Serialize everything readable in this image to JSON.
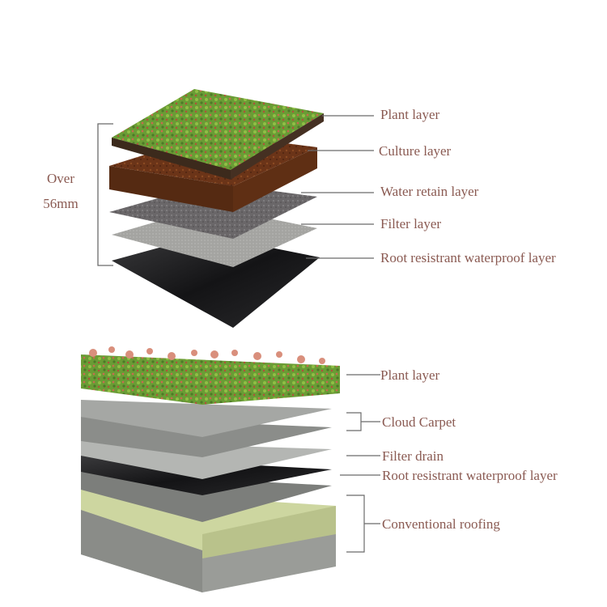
{
  "thickness_note": {
    "line1": "Over",
    "line2": "56mm"
  },
  "top_stack": {
    "labels": [
      "Plant layer",
      "Culture layer",
      "Water retain layer",
      "Filter layer",
      "Root resistrant waterproof layer"
    ]
  },
  "bottom_stack": {
    "labels": [
      "Plant layer",
      "Cloud Carpet",
      "Filter drain",
      "Root resistrant waterproof layer",
      "Conventional roofing"
    ]
  },
  "colors": {
    "label_text": "#8a5a52",
    "leader_line": "#6b6b6b",
    "plant_green": "#5f9a34",
    "plant_flower": "#d98f7c",
    "culture_brown": "#6b3418",
    "water_retain_grey": "#6d6a6c",
    "filter_grey": "#a3a3a0",
    "waterproof_black": "#1b1b1d",
    "insulation_yellow": "#cdd6a0",
    "concrete_grey": "#9a9c98"
  }
}
